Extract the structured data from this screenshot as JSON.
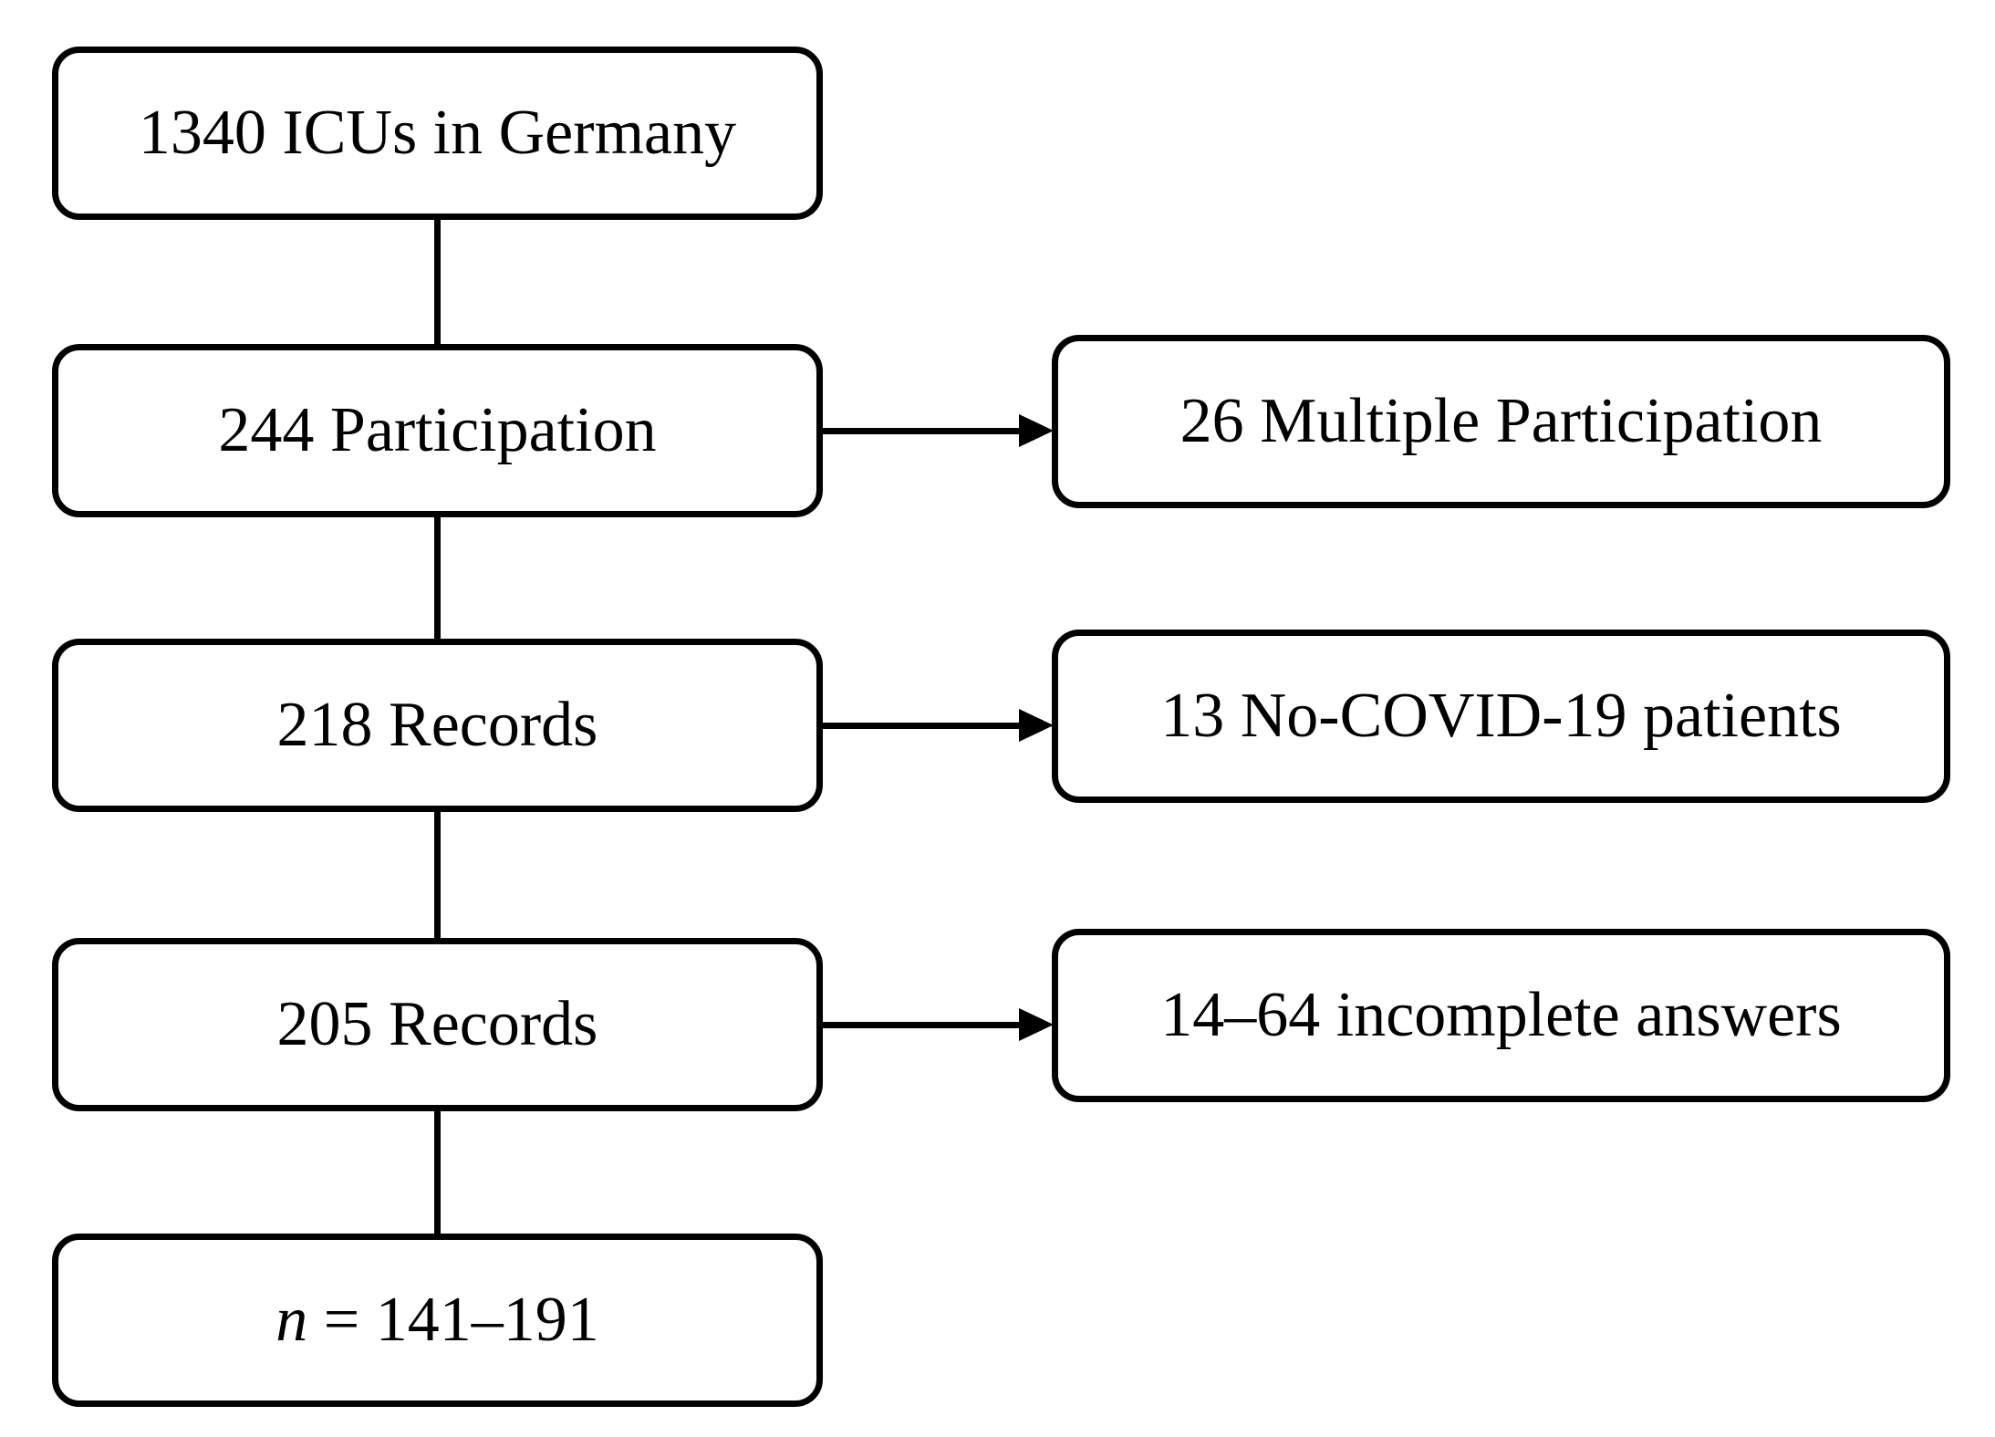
{
  "diagram": {
    "type": "flowchart",
    "direction": "top-down",
    "colors": {
      "background": "#ffffff",
      "box_fill": "#ffffff",
      "box_border": "#000000",
      "text": "#000000",
      "connector": "#000000"
    },
    "nodes": {
      "main": [
        {
          "id": "icus",
          "label": "1340 ICUs in Germany"
        },
        {
          "id": "participation",
          "label": "244 Participation"
        },
        {
          "id": "records_218",
          "label": "218 Records"
        },
        {
          "id": "records_205",
          "label": "205 Records"
        },
        {
          "id": "final_sample",
          "label": "n = 141–191",
          "variable": "n",
          "value": "= 141–191"
        }
      ],
      "exclusions": [
        {
          "id": "multiple_participation",
          "label": "26 Multiple Participation"
        },
        {
          "id": "no_covid_19_patients",
          "label": "13 No-COVID-19 patients"
        },
        {
          "id": "incomplete_answers",
          "label": "14–64 incomplete answers"
        }
      ]
    },
    "edges": [
      {
        "from": "icus",
        "to": "participation",
        "type": "line"
      },
      {
        "from": "participation",
        "to": "records_218",
        "type": "line"
      },
      {
        "from": "records_218",
        "to": "records_205",
        "type": "line"
      },
      {
        "from": "records_205",
        "to": "final_sample",
        "type": "line"
      },
      {
        "from": "participation",
        "to": "multiple_participation",
        "type": "arrow"
      },
      {
        "from": "records_218",
        "to": "no_covid_19_patients",
        "type": "arrow"
      },
      {
        "from": "records_205",
        "to": "incomplete_answers",
        "type": "arrow"
      }
    ]
  }
}
